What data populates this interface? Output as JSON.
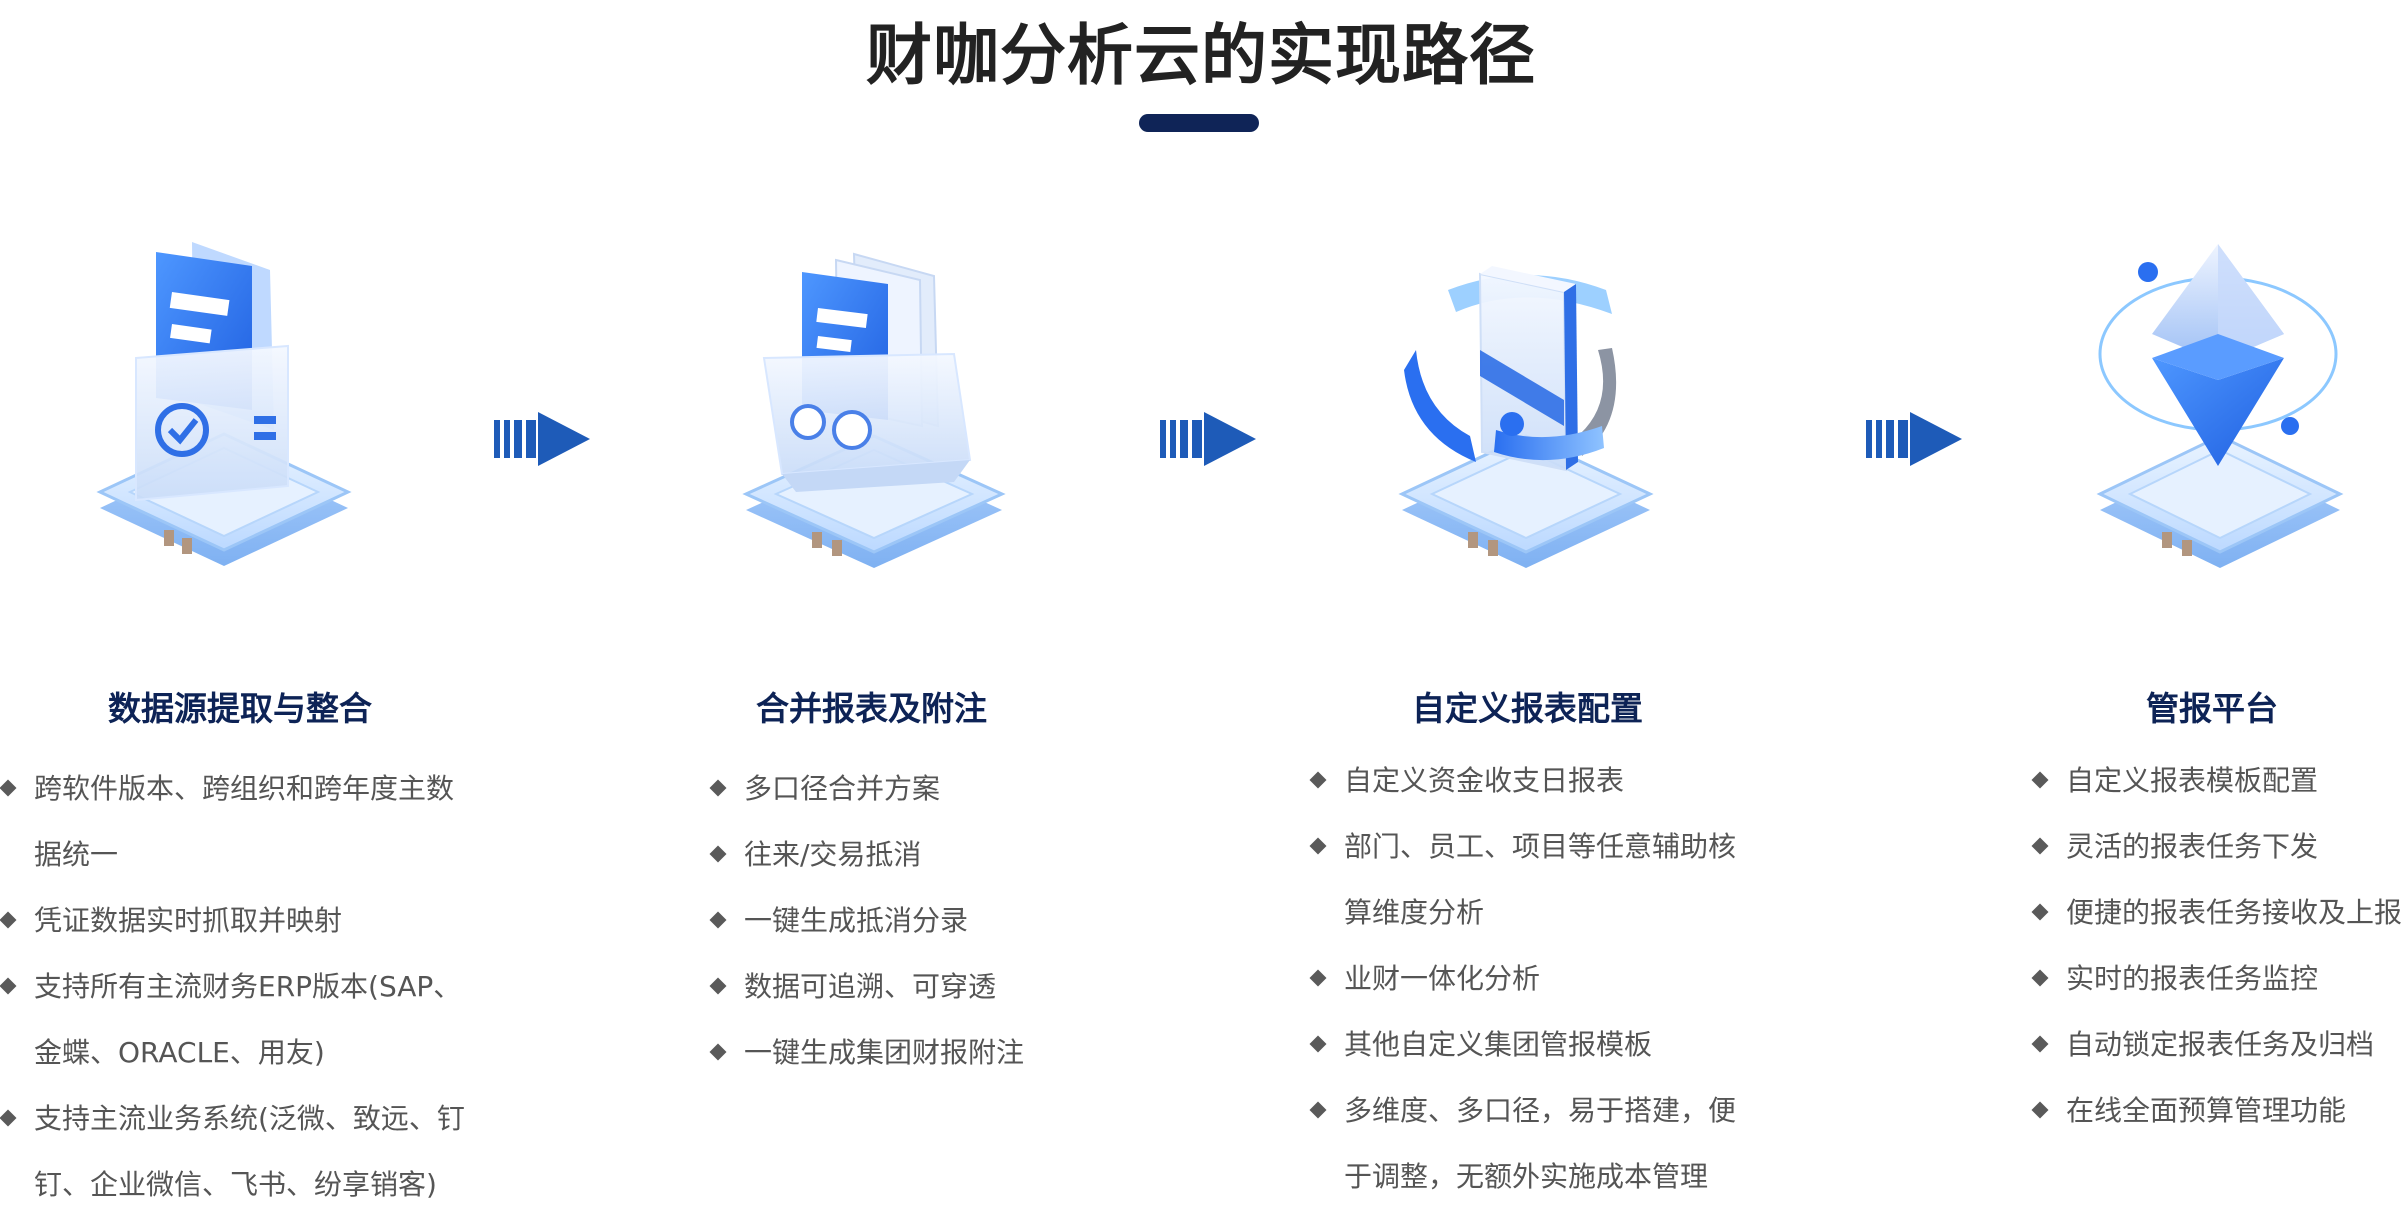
{
  "page_title": "财咖分析云的实现路径",
  "colors": {
    "title_text": "#222222",
    "title_bar": "#0f2457",
    "column_title": "#0d2356",
    "bullet_text": "#555555",
    "arrow_blue": "#1e5bb8",
    "accent_blue": "#2f7bff",
    "light_blue": "#d6e9ff"
  },
  "steps": [
    {
      "title": "数据源提取与整合",
      "icon": "document-check-icon",
      "items": [
        "跨软件版本、跨组织和跨年度主数据统一",
        "凭证数据实时抓取并映射",
        "支持所有主流财务ERP版本(SAP、金蝶、ORACLE、用友)",
        "支持主流业务系统(泛微、致远、钉钉、企业微信、飞书、纷享销客)"
      ]
    },
    {
      "title": "合并报表及附注",
      "icon": "file-box-icon",
      "items": [
        "多口径合并方案",
        "往来/交易抵消",
        "一键生成抵消分录",
        "数据可追溯、可穿透",
        "一键生成集团财报附注"
      ]
    },
    {
      "title": "自定义报表配置",
      "icon": "rotating-panel-icon",
      "items": [
        "自定义资金收支日报表",
        "部门、员工、项目等任意辅助核算维度分析",
        "业财一体化分析",
        "其他自定义集团管报模板",
        "多维度、多口径，易于搭建，便于调整，无额外实施成本管理"
      ]
    },
    {
      "title": "管报平台",
      "icon": "crystal-orbit-icon",
      "items": [
        "自定义报表模板配置",
        "灵活的报表任务下发",
        "便捷的报表任务接收及上报",
        "实时的报表任务监控",
        "自动锁定报表任务及归档",
        "在线全面预算管理功能"
      ]
    }
  ]
}
